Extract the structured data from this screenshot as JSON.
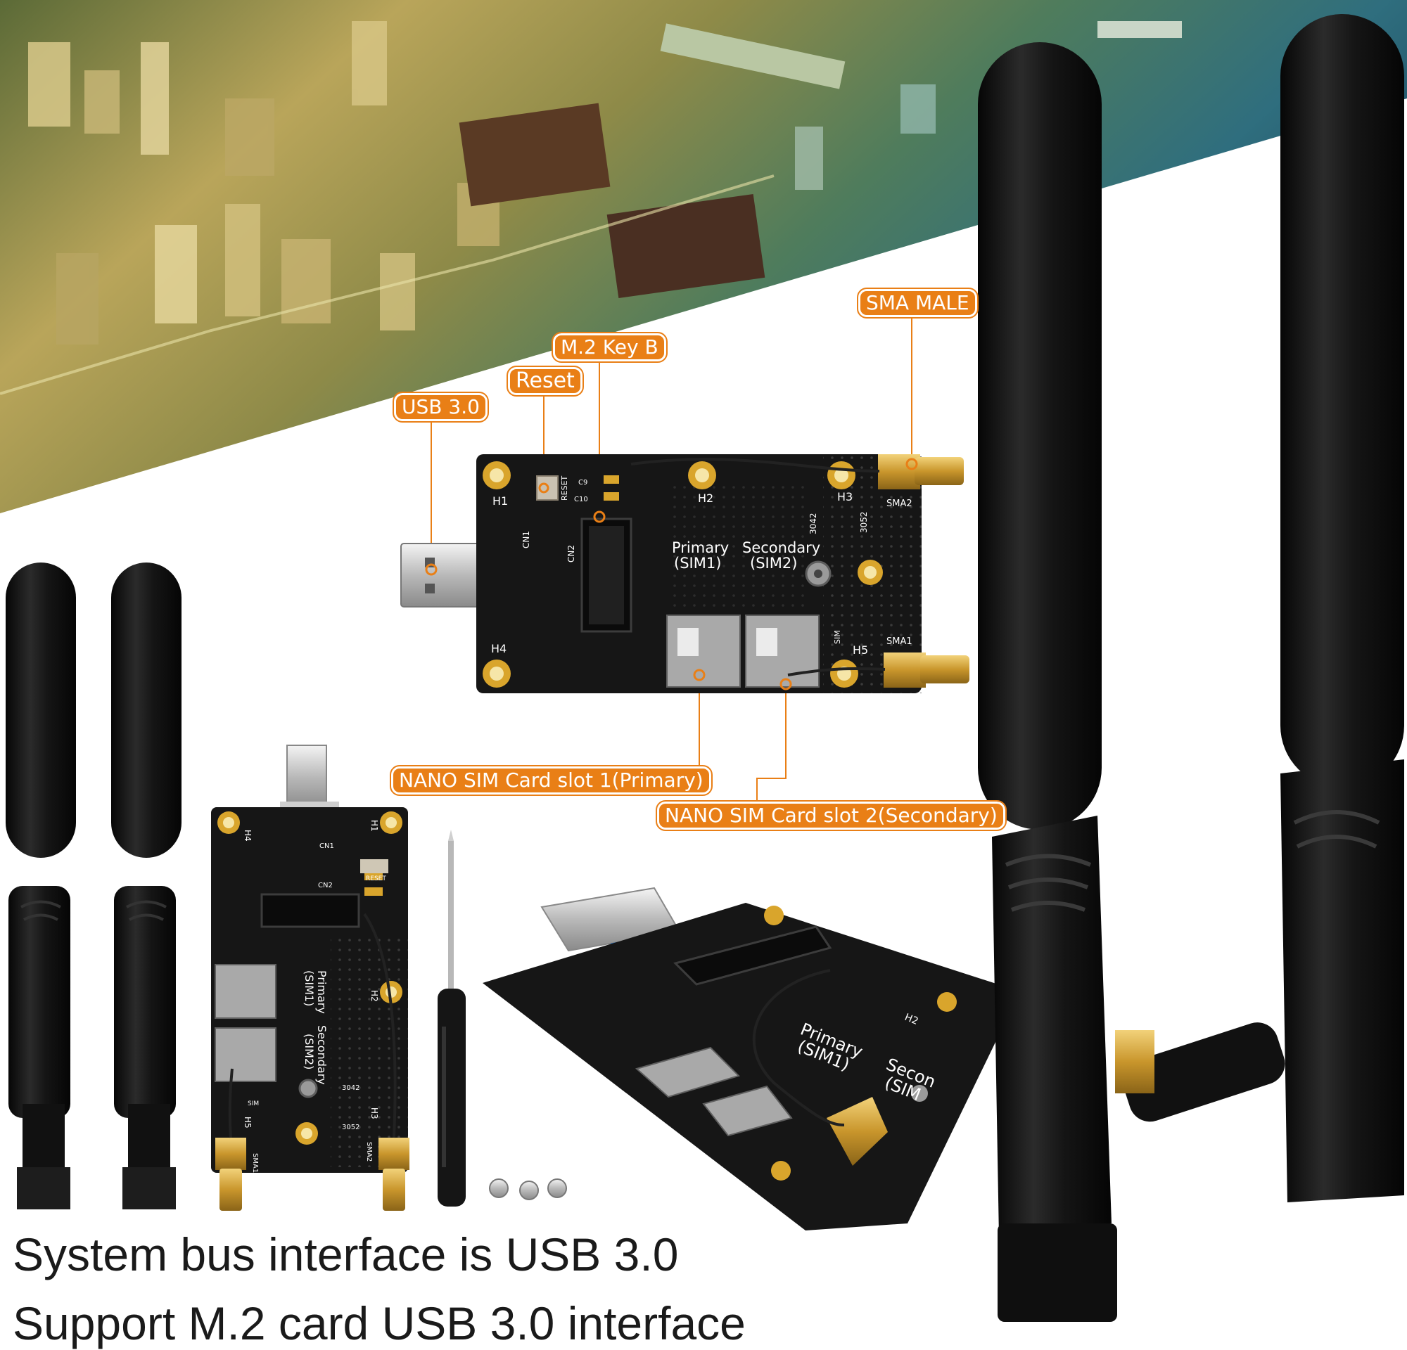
{
  "callouts": {
    "sma_male": "SMA MALE",
    "m2_key_b": "M.2 Key B",
    "reset": "Reset",
    "usb30": "USB 3.0",
    "sim1": "NANO SIM Card slot 1(Primary)",
    "sim2": "NANO SIM Card slot 2(Secondary)"
  },
  "board_top": {
    "h1": "H1",
    "h2": "H2",
    "h3": "H3",
    "h4": "H4",
    "h5": "H5",
    "cn1": "CN1",
    "cn2": "CN2",
    "reset": "RESET",
    "c9": "C9",
    "c10": "C10",
    "primary": "Primary",
    "sim1": "(SIM1)",
    "secondary": "Secondary",
    "sim2": "(SIM2)",
    "n3042": "3042",
    "n3052": "3052",
    "sma1": "SMA1",
    "sma2": "SMA2",
    "sim": "SIM"
  },
  "board_vertical": {
    "h1": "H1",
    "h2": "H2",
    "h3": "H3",
    "h4": "H4",
    "h5": "H5",
    "cn1": "CN1",
    "cn2": "CN2",
    "reset": "RESET",
    "primary": "Primary",
    "sim1": "(SIM1)",
    "secondary": "Secondary",
    "sim2": "(SIM2)",
    "n3042": "3042",
    "n3052": "3052",
    "sma1": "SMA1",
    "sma2": "SMA2",
    "sim": "SIM"
  },
  "board_angled": {
    "primary": "Primary",
    "sim1": "(SIM1)",
    "secondary": "Secon",
    "sim2": "(SIM",
    "h2": "H2"
  },
  "captions": {
    "line1": "System bus interface is USB 3.0",
    "line2": "Support M.2 card USB 3.0 interface"
  },
  "colors": {
    "accent": "#e97f16",
    "pcb": "#161616",
    "gold": "#d4a531",
    "antenna": "#141414"
  }
}
